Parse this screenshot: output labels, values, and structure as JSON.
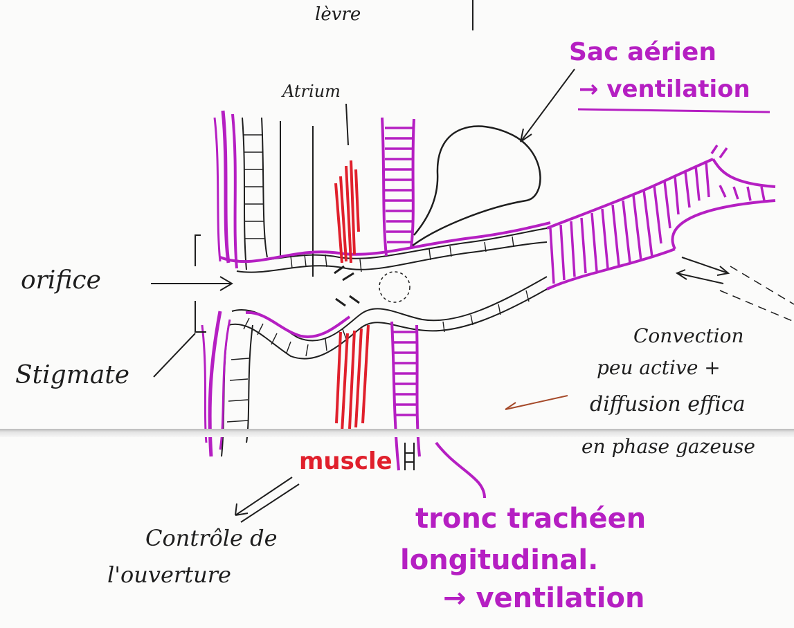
{
  "labels": {
    "levre": "lèvre",
    "atrium": "Atrium",
    "sac_aerien": "Sac aérien",
    "sac_ventilation": "→ ventilation",
    "orifice": "orifice",
    "stigmate": "Stigmate",
    "convection_line1": "Convection",
    "convection_line2": "peu active +",
    "convection_line3": "diffusion effica",
    "convection_line4": "en phase gazeuse",
    "muscle": "muscle",
    "controle_line1": "Contrôle de",
    "controle_line2": "l'ouverture",
    "tronc_line1": "tronc trachéen",
    "tronc_line2": "longitudinal.",
    "tronc_ventilation": "→ ventilation"
  },
  "colors": {
    "ink": "#1e1e1e",
    "magenta": "#b51fc2",
    "muscle_red": "#e0202c",
    "paper": "#fbfbfa"
  }
}
